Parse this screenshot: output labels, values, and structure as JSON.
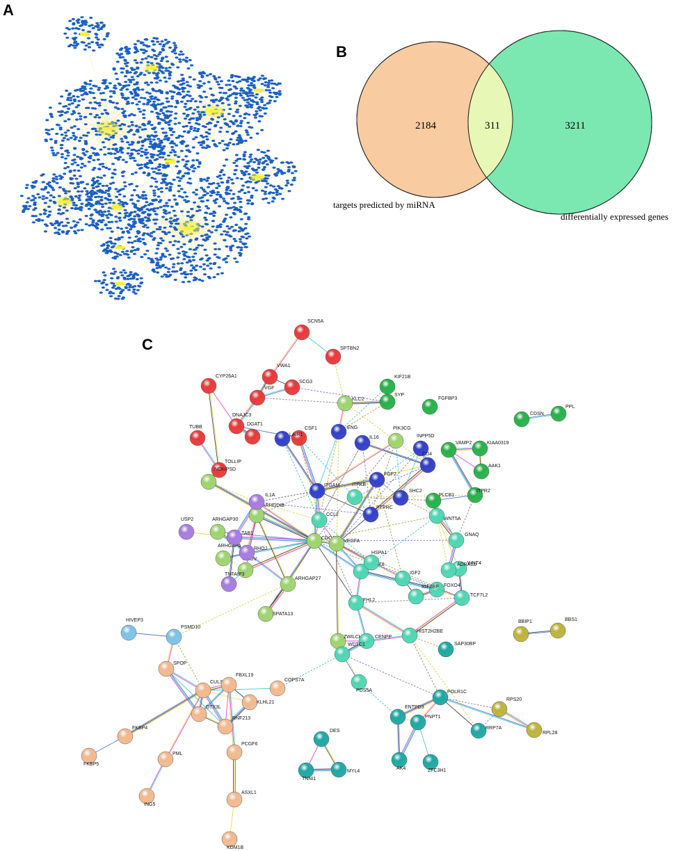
{
  "panels": {
    "a": "A",
    "b": "B",
    "c": "C"
  },
  "venn": {
    "left_only": "2184",
    "overlap": "311",
    "right_only": "3211",
    "left_label": "targets predicted by miRNA",
    "right_label": "differentially expressed genes",
    "colors": {
      "left": "#f8cba0",
      "overlap": "#e6f7b6",
      "right": "#7ae8b0"
    }
  },
  "network_a": {
    "colors": {
      "target": "#1a5fc4",
      "hub": "#f5f03a",
      "edge": "#f7ecb0"
    }
  },
  "ppi": {
    "colors": {
      "red": "#e83a3a",
      "green": "#28b14a",
      "blue": "#3340c8",
      "lightgreen": "#9ed46e",
      "purple": "#a77ce0",
      "teal": "#4fd6b2",
      "lightblue": "#7cc3e6",
      "peach": "#f2b98f",
      "olive": "#bdb33c",
      "darkteal": "#1fa8a3"
    },
    "nodes": [
      {
        "id": "SCN5A",
        "c": "red"
      },
      {
        "id": "SPTBN2",
        "c": "red"
      },
      {
        "id": "CYP26A1",
        "c": "red"
      },
      {
        "id": "VWA1",
        "c": "red"
      },
      {
        "id": "SCG3",
        "c": "red"
      },
      {
        "id": "VGF",
        "c": "red"
      },
      {
        "id": "DNAJC3",
        "c": "red"
      },
      {
        "id": "TUBB",
        "c": "red"
      },
      {
        "id": "DGAT1",
        "c": "red"
      },
      {
        "id": "CSF1",
        "c": "red"
      },
      {
        "id": "TOLLIP",
        "c": "red"
      },
      {
        "id": "KIF21B",
        "c": "green"
      },
      {
        "id": "SYP",
        "c": "green"
      },
      {
        "id": "FGFBP3",
        "c": "green"
      },
      {
        "id": "CDSN",
        "c": "green"
      },
      {
        "id": "PPL",
        "c": "green"
      },
      {
        "id": "VAMP2",
        "c": "green"
      },
      {
        "id": "KIAA0319",
        "c": "green"
      },
      {
        "id": "AAK1",
        "c": "green"
      },
      {
        "id": "ITPR2",
        "c": "green"
      },
      {
        "id": "PLCB1",
        "c": "green"
      },
      {
        "id": "ENG",
        "c": "blue"
      },
      {
        "id": "LAIR1",
        "c": "blue"
      },
      {
        "id": "IL16",
        "c": "blue"
      },
      {
        "id": "INPP5D",
        "c": "blue"
      },
      {
        "id": "CD4",
        "c": "blue"
      },
      {
        "id": "ITGAM",
        "c": "blue"
      },
      {
        "id": "FGF2",
        "c": "blue"
      },
      {
        "id": "SHC2",
        "c": "blue"
      },
      {
        "id": "PTPRC",
        "c": "blue"
      },
      {
        "id": "KLC2",
        "c": "lightgreen"
      },
      {
        "id": "PIK3CG",
        "c": "lightgreen"
      },
      {
        "id": "NCKIPSD",
        "c": "lightgreen"
      },
      {
        "id": "ARHGDIB",
        "c": "lightgreen"
      },
      {
        "id": "ARHGAP30",
        "c": "lightgreen"
      },
      {
        "id": "CDC42",
        "c": "lightgreen"
      },
      {
        "id": "VEGFA",
        "c": "lightgreen"
      },
      {
        "id": "ARHGAP5",
        "c": "lightgreen"
      },
      {
        "id": "RHOV",
        "c": "lightgreen"
      },
      {
        "id": "ARHGAP27",
        "c": "lightgreen"
      },
      {
        "id": "SPATA13",
        "c": "lightgreen"
      },
      {
        "id": "ZWILCH",
        "c": "lightgreen"
      },
      {
        "id": "IL1A",
        "c": "purple"
      },
      {
        "id": "USP2",
        "c": "purple"
      },
      {
        "id": "TAB1",
        "c": "purple"
      },
      {
        "id": "RHOJ",
        "c": "purple"
      },
      {
        "id": "TNFAIP3",
        "c": "purple"
      },
      {
        "id": "ITPKB",
        "c": "teal"
      },
      {
        "id": "CCL2",
        "c": "teal"
      },
      {
        "id": "WNT5A",
        "c": "teal"
      },
      {
        "id": "GNAQ",
        "c": "teal"
      },
      {
        "id": "WNT4",
        "c": "teal"
      },
      {
        "id": "MAPK8",
        "c": "teal"
      },
      {
        "id": "IGF2",
        "c": "teal"
      },
      {
        "id": "ADRA1D",
        "c": "teal"
      },
      {
        "id": "HSPA1",
        "c": "teal"
      },
      {
        "id": "FOXO4",
        "c": "teal"
      },
      {
        "id": "IGF2BP",
        "c": "teal"
      },
      {
        "id": "TCF7L2",
        "c": "teal"
      },
      {
        "id": "FHL2",
        "c": "teal"
      },
      {
        "id": "CENPP",
        "c": "teal"
      },
      {
        "id": "HIST2H2BE",
        "c": "teal"
      },
      {
        "id": "WDTC1",
        "c": "teal"
      },
      {
        "id": "PDS5A",
        "c": "teal"
      },
      {
        "id": "SAP30BP",
        "c": "darkteal"
      },
      {
        "id": "POLR1C",
        "c": "darkteal"
      },
      {
        "id": "ENTPD3",
        "c": "darkteal"
      },
      {
        "id": "PNPT1",
        "c": "darkteal"
      },
      {
        "id": "RRP7A",
        "c": "darkteal"
      },
      {
        "id": "AK4",
        "c": "darkteal"
      },
      {
        "id": "ZFC3H1",
        "c": "darkteal"
      },
      {
        "id": "DES",
        "c": "darkteal"
      },
      {
        "id": "TNNI1",
        "c": "darkteal"
      },
      {
        "id": "MYL4",
        "c": "darkteal"
      },
      {
        "id": "HIVEP3",
        "c": "lightblue"
      },
      {
        "id": "PSMD10",
        "c": "lightblue"
      },
      {
        "id": "SPOP",
        "c": "peach"
      },
      {
        "id": "CUL3",
        "c": "peach"
      },
      {
        "id": "FBXL19",
        "c": "peach"
      },
      {
        "id": "COPS7A",
        "c": "peach"
      },
      {
        "id": "KLHL21",
        "c": "peach"
      },
      {
        "id": "DTX3L",
        "c": "peach"
      },
      {
        "id": "RNF213",
        "c": "peach"
      },
      {
        "id": "FKBP4",
        "c": "peach"
      },
      {
        "id": "FKBP5",
        "c": "peach"
      },
      {
        "id": "PML",
        "c": "peach"
      },
      {
        "id": "PCGF6",
        "c": "peach"
      },
      {
        "id": "ING5",
        "c": "peach"
      },
      {
        "id": "ASXL1",
        "c": "peach"
      },
      {
        "id": "KDM1B",
        "c": "peach"
      },
      {
        "id": "BBIP1",
        "c": "olive"
      },
      {
        "id": "BBS1",
        "c": "olive"
      },
      {
        "id": "RPS20",
        "c": "olive"
      },
      {
        "id": "RPL28",
        "c": "olive"
      }
    ]
  }
}
